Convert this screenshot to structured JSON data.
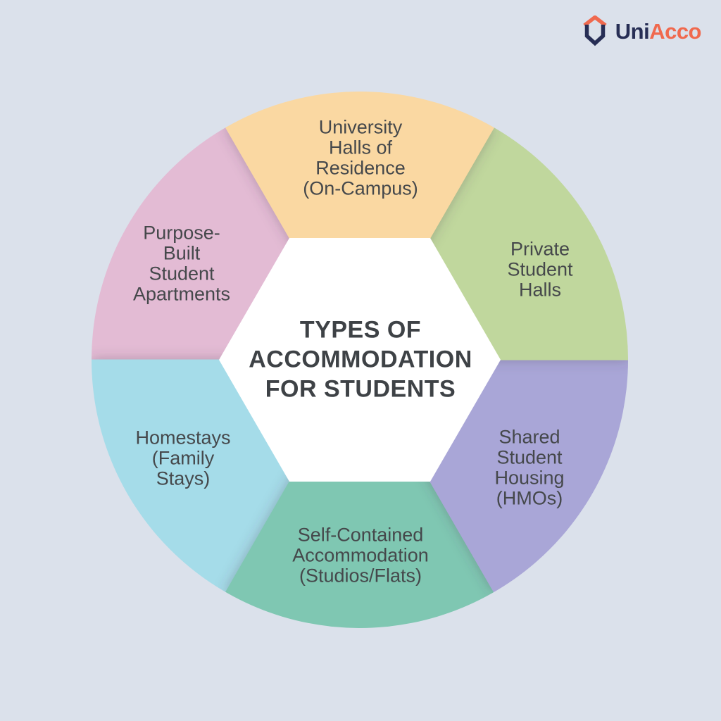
{
  "background_color": "#dbe1eb",
  "logo": {
    "text_primary": "Uni",
    "text_secondary": "Acco",
    "primary_color": "#272e55",
    "secondary_color": "#f0694e",
    "icon": "house-icon"
  },
  "center": {
    "title": "TYPES OF\nACCOMMODATION\nFOR STUDENTS",
    "fill": "#ffffff",
    "text_color": "#3e4246"
  },
  "segments": [
    {
      "id": "university-halls",
      "label": "University\nHalls of\nResidence\n(On-Campus)",
      "color": "#fad8a2",
      "position": "top"
    },
    {
      "id": "private-student-halls",
      "label": "Private\nStudent\nHalls",
      "color": "#c0d79d",
      "position": "upper-right"
    },
    {
      "id": "shared-student-housing",
      "label": "Shared\nStudent\nHousing\n(HMOs)",
      "color": "#a9a6d7",
      "position": "lower-right"
    },
    {
      "id": "self-contained-accommodation",
      "label": "Self-Contained\nAccommodation\n(Studios/Flats)",
      "color": "#7fc7b2",
      "position": "bottom"
    },
    {
      "id": "homestays",
      "label": "Homestays\n(Family\nStays)",
      "color": "#a5dce9",
      "position": "lower-left"
    },
    {
      "id": "purpose-built-apartments",
      "label": "Purpose-\nBuilt\nStudent\nApartments",
      "color": "#e3bbd4",
      "position": "upper-left"
    }
  ]
}
